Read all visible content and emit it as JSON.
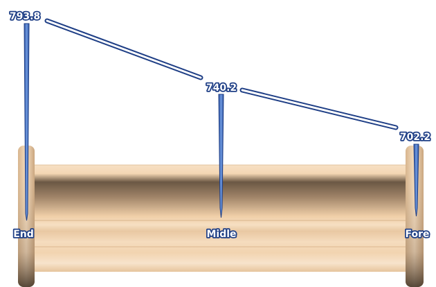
{
  "measurements": [
    {
      "position": "End",
      "value": "793.8"
    },
    {
      "position": "Midle",
      "value": "740.2"
    },
    {
      "position": "Fore",
      "value": "702.2"
    }
  ],
  "colors": {
    "line_fill": "#3f6fc4",
    "line_outline": "#1f3f86",
    "label_stroke": "#1f3f86",
    "label_fill": "#ffffff",
    "cylinder_light": "#f6dcbc",
    "cylinder_mid": "#e8c49a",
    "cylinder_dark": "#5a4a3a"
  }
}
